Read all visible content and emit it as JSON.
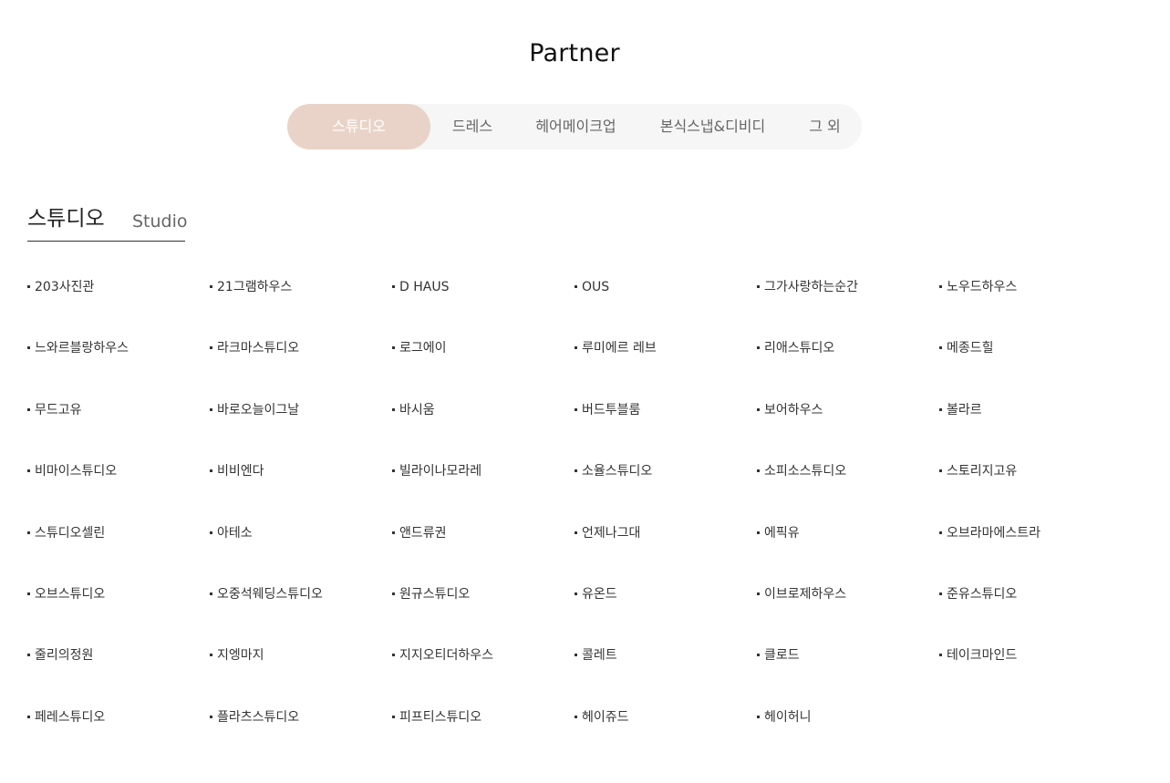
{
  "header": {
    "title": "Partner"
  },
  "tabs": [
    {
      "label": "스튜디오",
      "active": true
    },
    {
      "label": "드레스",
      "active": false
    },
    {
      "label": "헤어메이크업",
      "active": false
    },
    {
      "label": "본식스냅&디비디",
      "active": false
    },
    {
      "label": "그 외",
      "active": false
    }
  ],
  "section": {
    "title_ko": "스튜디오",
    "title_en": "Studio"
  },
  "partners": [
    "203사진관",
    "21그램하우스",
    "D HAUS",
    "OUS",
    "그가사랑하는순간",
    "노우드하우스",
    "느와르블랑하우스",
    "라크마스튜디오",
    "로그에이",
    "루미에르 레브",
    "리애스튜디오",
    "메종드힐",
    "무드고유",
    "바로오늘이그날",
    "바시움",
    "버드투블룸",
    "보어하우스",
    "볼라르",
    "비마이스튜디오",
    "비비엔다",
    "빌라이나모라레",
    "소율스튜디오",
    "소피소스튜디오",
    "스토리지고유",
    "스튜디오셀린",
    "아테소",
    "앤드류권",
    "언제나그대",
    "에픽유",
    "오브라마에스트라",
    "오브스튜디오",
    "오중석웨딩스튜디오",
    "원규스튜디오",
    "유온드",
    "이브로제하우스",
    "준유스튜디오",
    "줄리의정원",
    "지엥마지",
    "지지오티더하우스",
    "콜레트",
    "클로드",
    "테이크마인드",
    "페레스튜디오",
    "플라츠스튜디오",
    "피프티스튜디오",
    "헤이쥬드",
    "헤이허니"
  ],
  "colors": {
    "active_tab_bg": "#e9d3c8",
    "tab_bar_bg": "#f6f6f6",
    "active_tab_text": "#ffffff",
    "inactive_tab_text": "#666666"
  }
}
